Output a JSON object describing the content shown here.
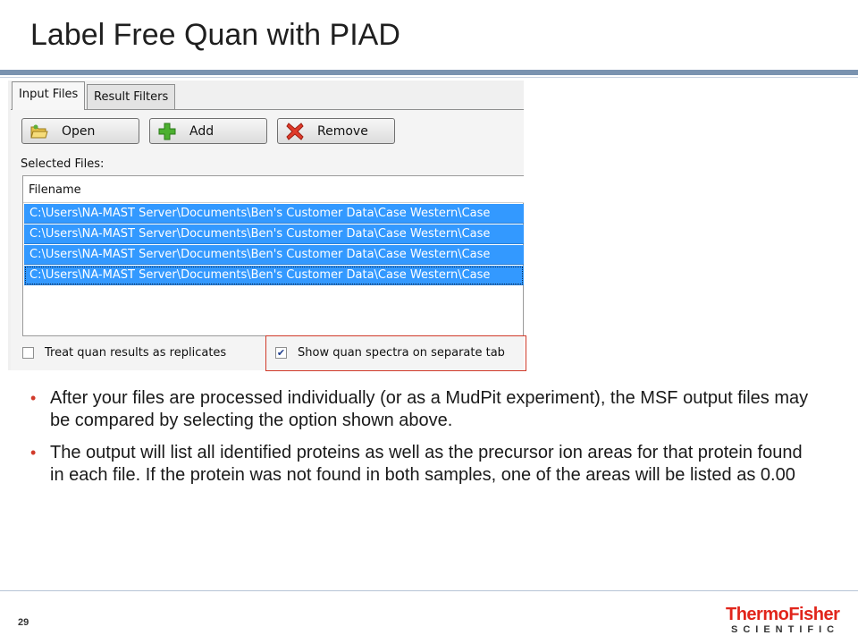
{
  "slide": {
    "title": "Label Free Quan with PIAD",
    "page_number": "29"
  },
  "dialog": {
    "tabs": [
      {
        "label": "Input Files",
        "active": true
      },
      {
        "label": "Result Filters",
        "active": false
      }
    ],
    "buttons": {
      "open": {
        "label": "Open",
        "icon": "folder-open-icon"
      },
      "add": {
        "label": "Add",
        "icon": "green-plus-icon"
      },
      "remove": {
        "label": "Remove",
        "icon": "red-x-icon"
      }
    },
    "selected_files_label": "Selected Files:",
    "list": {
      "column_header": "Filename",
      "rows": [
        "C:\\Users\\NA-MAST  Server\\Documents\\Ben's  Customer  Data\\Case  Western\\Case",
        "C:\\Users\\NA-MAST  Server\\Documents\\Ben's  Customer  Data\\Case  Western\\Case",
        "C:\\Users\\NA-MAST  Server\\Documents\\Ben's  Customer  Data\\Case  Western\\Case",
        "C:\\Users\\NA-MAST  Server\\Documents\\Ben's  Customer  Data\\Case  Western\\Case"
      ]
    },
    "checkboxes": {
      "replicates": {
        "label": "Treat quan results as replicates",
        "checked": false
      },
      "separate_tab": {
        "label": "Show quan spectra on separate tab",
        "checked": true
      }
    }
  },
  "bullets": [
    "After your files are processed individually (or as a MudPit experiment), the MSF output files may be compared by selecting the option shown above.",
    "The output will list all identified proteins as well as the precursor ion areas for that protein found in each file.  If the protein was not found in both samples, one of the areas will be listed as 0.00"
  ],
  "logo": {
    "top": "ThermoFisher",
    "bottom": "SCIENTIFIC"
  },
  "colors": {
    "title_rule": "#7a93b0",
    "selection_blue": "#3399ff",
    "bullet_red": "#d13a2a",
    "highlight_red": "#d03a2a",
    "logo_red": "#e1251b"
  }
}
